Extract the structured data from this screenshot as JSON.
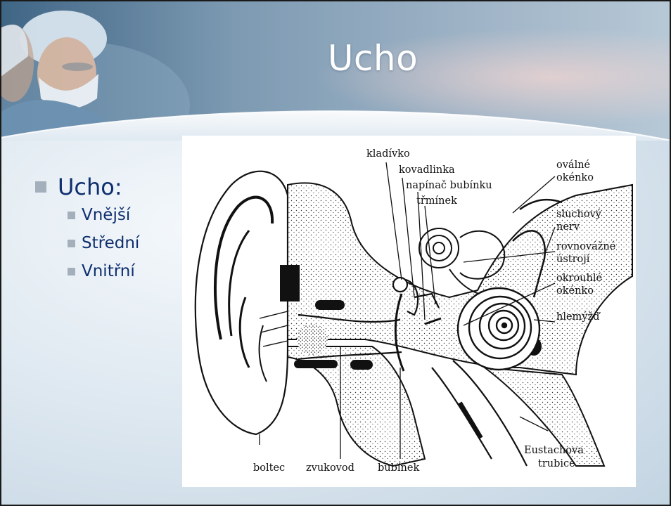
{
  "slide": {
    "title": "Ucho",
    "bullet_heading": "Ucho:",
    "bullet_items": [
      "Vnější",
      "Střední",
      "Vnitřní"
    ]
  },
  "diagram": {
    "labels": {
      "kladivko": "kladívko",
      "kovadlinka": "kovadlinka",
      "napinac": "napínač bubínku",
      "trminek": "třmínek",
      "ovalne_1": "oválné",
      "ovalne_2": "okénko",
      "sluchovy_1": "sluchový",
      "sluchovy_2": "nerv",
      "rovnovazne_1": "rovnovážné",
      "rovnovazne_2": "ústrojí",
      "okrouhle_1": "okrouhlé",
      "okrouhle_2": "okénko",
      "hlemyzd": "hlemýžď",
      "eustach_1": "Eustachova",
      "eustach_2": "trubice",
      "boltec": "boltec",
      "zvukovod": "zvukovod",
      "bubinek": "bubínek"
    }
  },
  "colors": {
    "title": "#ffffff",
    "bullet_text": "#0f2f6e",
    "bullet_marker": "#a3b0bc",
    "header_band": "#6f8ea8"
  }
}
